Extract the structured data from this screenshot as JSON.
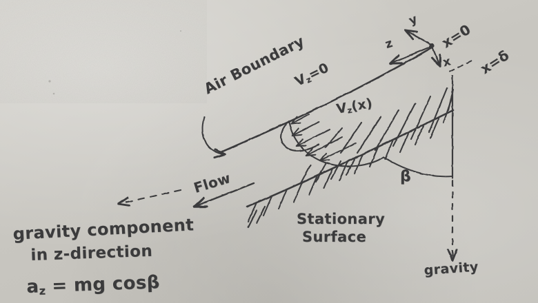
{
  "diagram": {
    "title": "Falling film flow down an inclined stationary surface",
    "ink_color": "#3b3b3c",
    "paper_color": "#cbc9c3"
  },
  "labels": {
    "air_boundary": "Air Boundary",
    "vz_zero": "V",
    "vz_zero_sub": "z",
    "vz_zero_eq": "=0",
    "vz_profile": "V",
    "vz_profile_sub": "z",
    "vz_profile_arg": "(x)",
    "axis_x": "x",
    "axis_y": "y",
    "axis_z": "z",
    "x_equals_0": "x=0",
    "x_equals_delta": "x=δ",
    "beta": "β",
    "flow": "Flow",
    "stationary_surface_line1": "Stationary",
    "stationary_surface_line2": "Surface",
    "gravity": "gravity",
    "gravity_component_line1": "gravity component",
    "gravity_component_line2": "in z-direction",
    "gravity_component_eq": "a",
    "gravity_component_eq_sub": "z",
    "gravity_component_eq_rest": "= mg cosβ"
  }
}
